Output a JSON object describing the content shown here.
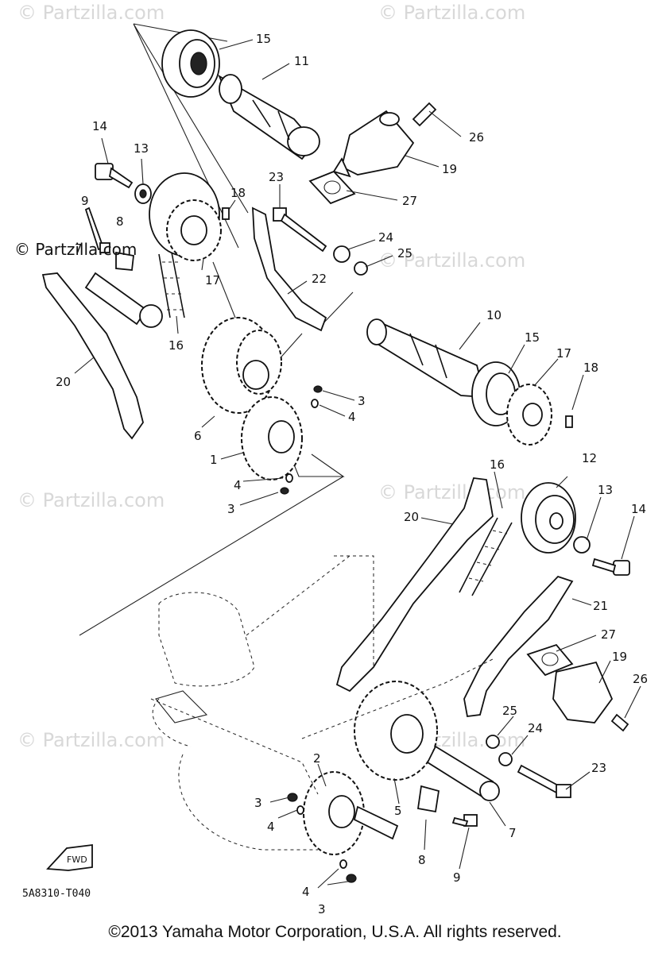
{
  "watermark": "© Partzilla.com",
  "watermark_inline": "© Partzilla.com",
  "diagram_code": "5A8310-T040",
  "copyright": "©2013 Yamaha Motor Corporation, U.S.A. All rights reserved.",
  "fwd_label": "FWD",
  "labels": {
    "l15a": "15",
    "l11": "11",
    "l26a": "26",
    "l19a": "19",
    "l27a": "27",
    "l14a": "14",
    "l13a": "13",
    "l23a": "23",
    "l18a": "18",
    "l9a": "9",
    "l8a": "8",
    "l7a": "7",
    "l24a": "24",
    "l25a": "25",
    "l17a": "17",
    "l22": "22",
    "l16a": "16",
    "l20a": "20",
    "l10": "10",
    "l15b": "15",
    "l17b": "17",
    "l18b": "18",
    "l3a": "3",
    "l4a": "4",
    "l6": "6",
    "l1": "1",
    "l4b": "4",
    "l3b": "3",
    "l12": "12",
    "l16b": "16",
    "l20b": "20",
    "l13b": "13",
    "l14b": "14",
    "l21": "21",
    "l27b": "27",
    "l19b": "19",
    "l26b": "26",
    "l25b": "25",
    "l24b": "24",
    "l23b": "23",
    "l2": "2",
    "l3c": "3",
    "l4c": "4",
    "l5": "5",
    "l7b": "7",
    "l4d": "4",
    "l3d": "3",
    "l8b": "8",
    "l9b": "9"
  }
}
